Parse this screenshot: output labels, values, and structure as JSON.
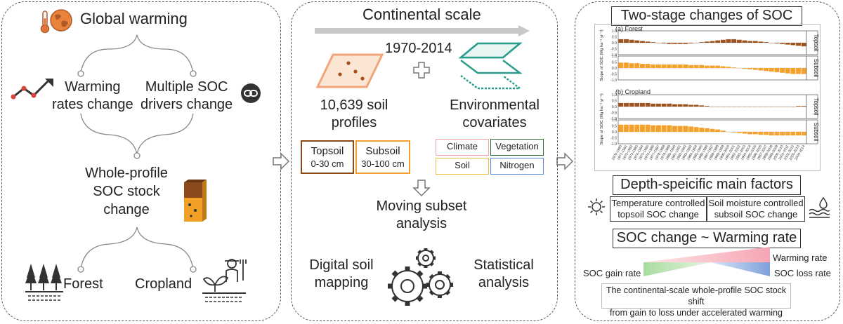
{
  "left": {
    "global_warming": "Global warming",
    "warming_rates_line1": "Warming",
    "warming_rates_line2": "rates change",
    "drivers_line1": "Multiple SOC",
    "drivers_line2": "drivers change",
    "whole_line1": "Whole-profile",
    "whole_line2": "SOC stock",
    "whole_line3": "change",
    "forest": "Forest",
    "cropland": "Cropland"
  },
  "middle": {
    "scale": "Continental scale",
    "years": "1970-2014",
    "profiles_line1": "10,639 soil",
    "profiles_line2": "profiles",
    "env_line1": "Environmental",
    "env_line2": "covariates",
    "topsoil": "Topsoil",
    "topsoil_depth": "0-30 cm",
    "subsoil": "Subsoil",
    "subsoil_depth": "30-100 cm",
    "climate": "Climate",
    "vegetation": "Vegetation",
    "soil": "Soil",
    "nitrogen": "Nitrogen",
    "moving_line1": "Moving subset",
    "moving_line2": "analysis",
    "dsm_line1": "Digital soil",
    "dsm_line2": "mapping",
    "stat_line1": "Statistical",
    "stat_line2": "analysis"
  },
  "right": {
    "two_stage_title": "Two-stage changes of SOC",
    "forest_label": "(a) Forest",
    "cropland_label": "(b) Cropland",
    "topsoil_tag": "Topsoil",
    "subsoil_tag": "Subsoil",
    "depth_title": "Depth-speicific main factors",
    "temp_line1": "Temperature controlled",
    "temp_line2": "topsoil SOC change",
    "moist_line1": "Soil moisture controlled",
    "moist_line2": "subsoil SOC change",
    "soc_warming_title": "SOC change ~ Warming rate",
    "warming_rate": "Warming rate",
    "gain_rate": "SOC gain rate",
    "loss_rate": "SOC loss rate",
    "conclusion_line1": "The continental-scale whole-profile SOC stock shift",
    "conclusion_line2": "from gain to loss under accelerated warming"
  },
  "chart_data": {
    "type": "bar",
    "ylabel": "Slope of SOC (Mg ha⁻¹ yr⁻¹)",
    "ylim": [
      -1.0,
      1.0
    ],
    "yticks": [
      "1.0",
      "0.5",
      "0.0",
      "-0.5",
      "-1.0"
    ],
    "categories": [
      "1970-1980",
      "1971-1981",
      "1972-1982",
      "1973-1983",
      "1974-1984",
      "1975-1985",
      "1976-1986",
      "1977-1987",
      "1978-1988",
      "1979-1989",
      "1980-1990",
      "1981-1991",
      "1982-1992",
      "1983-1993",
      "1984-1994",
      "1985-1995",
      "1986-1996",
      "1987-1997",
      "1988-1998",
      "1989-1999",
      "1990-2000",
      "1991-2001",
      "1992-2002",
      "1993-2003",
      "1994-2004",
      "1995-2005",
      "1996-2006",
      "1997-2007",
      "1998-2008",
      "1999-2009",
      "2000-2010",
      "2001-2011",
      "2002-2012",
      "2003-2013",
      "2004-2014"
    ],
    "xtick_labels": [
      "1970-1980",
      "1971-1981",
      "1972-1982",
      "1973-1983",
      "1974-1984",
      "1975-1985",
      "1976-1986",
      "1977-1987",
      "1978-1988",
      "1979-1989",
      "1980-1990",
      "1981-1991",
      "1982-1992",
      "1983-1993",
      "1984-1994",
      "1985-1995",
      "1986-1996",
      "1987-1997",
      "1988-1998",
      "1989-1999",
      "1990-2000",
      "1991-2001",
      "1992-2002",
      "1993-2003",
      "1994-2004",
      "1995-2005",
      "1996-2006",
      "1997-2007",
      "1998-2008",
      "1999-2009",
      "2000-2010",
      "2001-2011",
      "2002-2012",
      "2003-2013",
      "2004-2014"
    ],
    "panels": [
      {
        "name": "Forest Topsoil",
        "color": "#9c5320",
        "values": [
          0.3,
          0.3,
          0.25,
          0.2,
          0.15,
          0.1,
          0.05,
          0.0,
          -0.05,
          -0.1,
          -0.1,
          -0.1,
          -0.1,
          -0.05,
          0.0,
          0.05,
          0.1,
          0.15,
          0.2,
          0.25,
          0.3,
          0.3,
          0.25,
          0.2,
          0.15,
          0.15,
          0.1,
          0.05,
          0.0,
          -0.05,
          -0.1,
          -0.15,
          -0.2,
          -0.25,
          -0.3
        ]
      },
      {
        "name": "Forest Subsoil",
        "color": "#f5a02a",
        "values": [
          0.45,
          0.45,
          0.4,
          0.4,
          0.35,
          0.35,
          0.3,
          0.3,
          0.3,
          0.3,
          0.3,
          0.3,
          0.3,
          0.25,
          0.25,
          0.25,
          0.2,
          0.2,
          0.2,
          0.15,
          0.1,
          0.05,
          0.0,
          -0.05,
          -0.1,
          -0.15,
          -0.2,
          -0.25,
          -0.3,
          -0.35,
          -0.4,
          -0.45,
          -0.5,
          -0.5,
          -0.5
        ]
      },
      {
        "name": "Cropland Topsoil",
        "color": "#9c5320",
        "values": [
          0.3,
          0.3,
          0.3,
          0.3,
          0.3,
          0.3,
          0.25,
          0.25,
          0.25,
          0.25,
          0.2,
          0.2,
          0.2,
          0.15,
          0.15,
          0.1,
          0.05,
          0.0,
          0.0,
          0.0,
          0.0,
          0.0,
          0.0,
          0.0,
          0.0,
          0.0,
          0.0,
          0.0,
          0.0,
          0.0,
          0.0,
          0.0,
          0.0,
          0.05,
          0.05
        ]
      },
      {
        "name": "Cropland Subsoil",
        "color": "#f5a02a",
        "values": [
          0.6,
          0.6,
          0.6,
          0.6,
          0.6,
          0.6,
          0.55,
          0.55,
          0.55,
          0.55,
          0.5,
          0.5,
          0.5,
          0.45,
          0.4,
          0.35,
          0.3,
          0.25,
          0.2,
          0.1,
          0.0,
          -0.05,
          -0.1,
          -0.15,
          -0.2,
          -0.2,
          -0.25,
          -0.25,
          -0.3,
          -0.3,
          -0.3,
          -0.3,
          -0.3,
          -0.3,
          -0.3
        ]
      }
    ]
  }
}
